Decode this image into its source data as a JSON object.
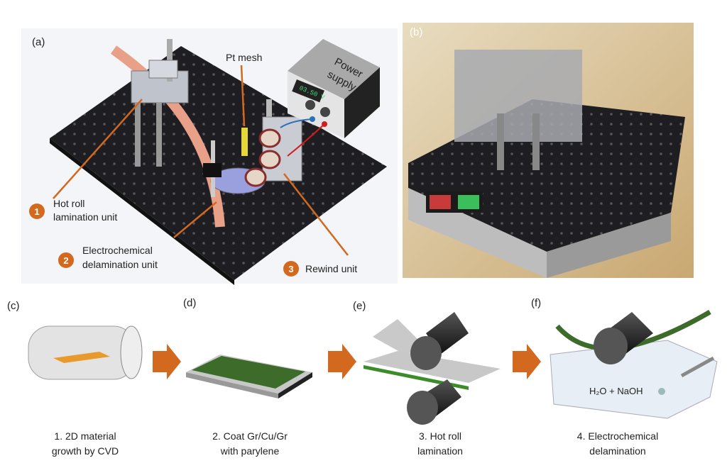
{
  "panels": {
    "a": {
      "label": "(a)",
      "pt_mesh": "Pt mesh",
      "power_supply": {
        "line1": "Power",
        "line2": "supply",
        "display": "03.50 V"
      },
      "callouts": [
        {
          "num": "1",
          "line1": "Hot roll",
          "line2": "lamination unit"
        },
        {
          "num": "2",
          "line1": "Electrochemical",
          "line2": "delamination unit"
        },
        {
          "num": "3",
          "line1": "Rewind unit"
        }
      ]
    },
    "b": {
      "label": "(b)"
    },
    "c": {
      "label": "(c)",
      "caption1": "1. 2D material",
      "caption2": "growth by CVD"
    },
    "d": {
      "label": "(d)",
      "caption1": "2. Coat Gr/Cu/Gr",
      "caption2": "with parylene"
    },
    "e": {
      "label": "(e)",
      "caption1": "3. Hot roll",
      "caption2": "lamination"
    },
    "f": {
      "label": "(f)",
      "caption1": "4. Electrochemical",
      "caption2": "delamination",
      "solution": "H₂O + NaOH"
    }
  },
  "colors": {
    "accent": "#d2691e",
    "board": "#1e1e22",
    "film": "#3c6b2a"
  }
}
